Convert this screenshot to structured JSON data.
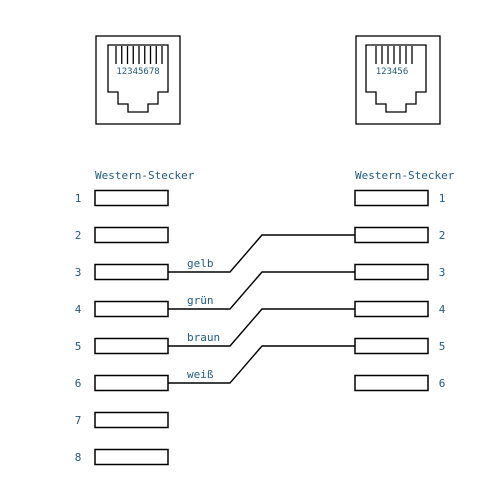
{
  "left": {
    "title": "Western-Stecker",
    "jack_pins": "12345678",
    "pins": [
      "1",
      "2",
      "3",
      "4",
      "5",
      "6",
      "7",
      "8"
    ]
  },
  "right": {
    "title": "Western-Stecker",
    "jack_pins": "123456",
    "pins": [
      "1",
      "2",
      "3",
      "4",
      "5",
      "6"
    ]
  },
  "wires": [
    {
      "label": "gelb",
      "from": "3",
      "to": "2"
    },
    {
      "label": "grün",
      "from": "4",
      "to": "3"
    },
    {
      "label": "braun",
      "from": "5",
      "to": "4"
    },
    {
      "label": "weiß",
      "from": "6",
      "to": "5"
    }
  ]
}
